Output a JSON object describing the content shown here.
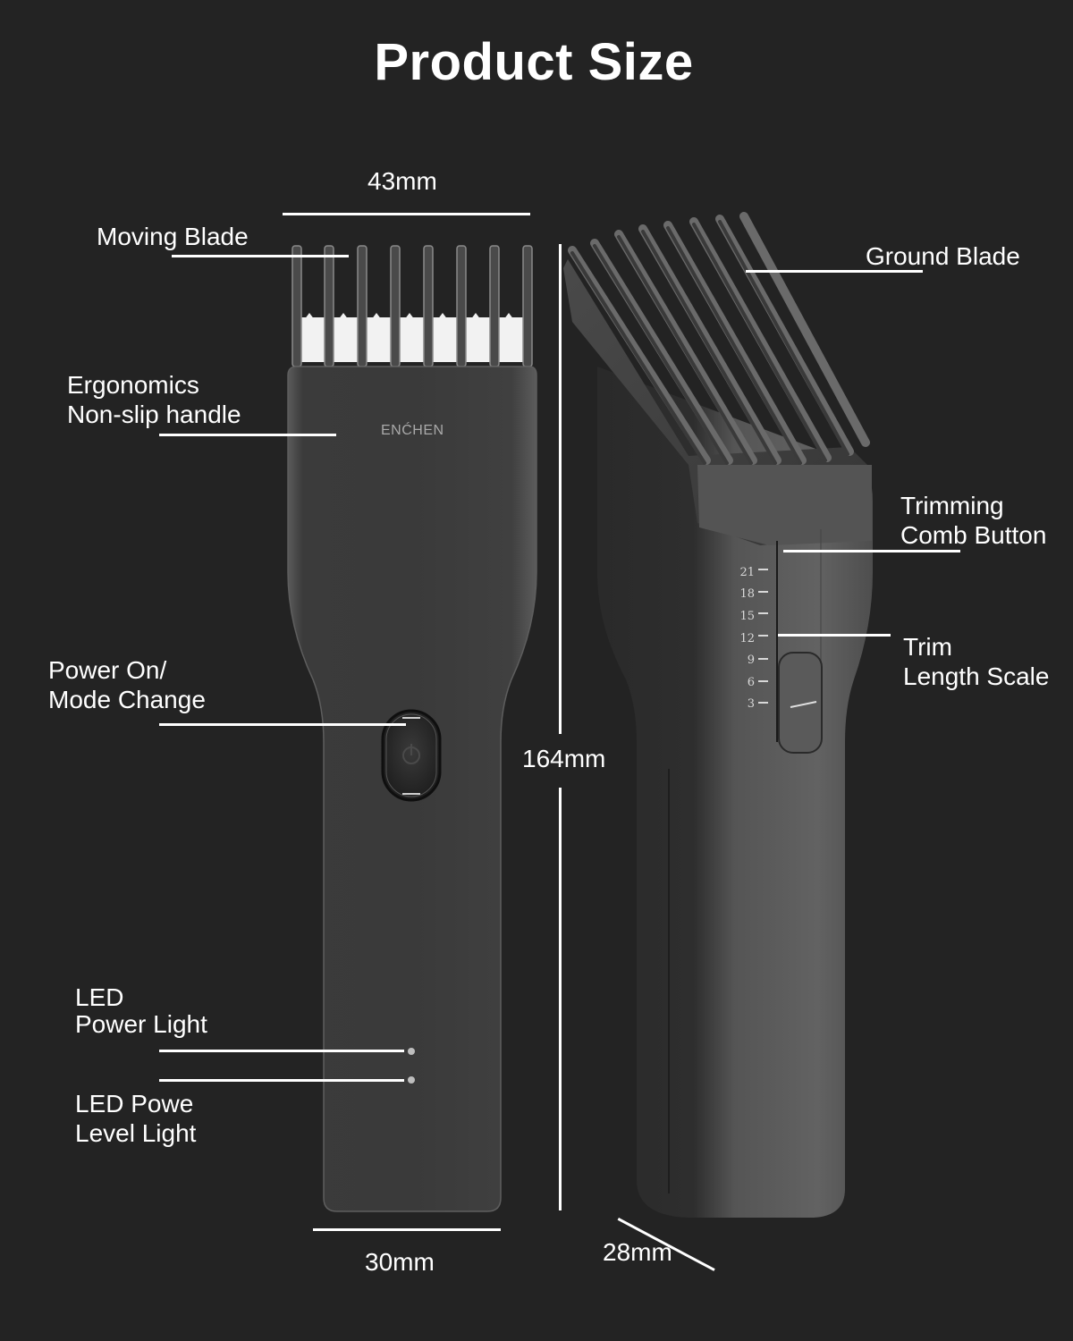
{
  "header": {
    "title": "Product Size"
  },
  "brand": {
    "logo_text": "ENĆHEN"
  },
  "dimensions": {
    "width_top": "43mm",
    "width_bottom": "30mm",
    "height": "164mm",
    "depth": "28mm"
  },
  "callouts": {
    "moving_blade": "Moving Blade",
    "ergonomics_line1": "Ergonomics",
    "ergonomics_line2": "Non-slip handle",
    "power_line1": "Power On/",
    "power_line2": "Mode Change",
    "led_power_line1": "LED",
    "led_power_line2": "Power Light",
    "led_level_line1": "LED Powe",
    "led_level_line2": "Level Light",
    "ground_blade": "Ground Blade",
    "trimming_line1": "Trimming",
    "trimming_line2": "Comb Button",
    "trim_scale_line1": "Trim",
    "trim_scale_line2": "Length Scale"
  },
  "trim_scale": {
    "values": [
      "21",
      "18",
      "15",
      "12",
      "9",
      "6",
      "3"
    ]
  },
  "colors": {
    "background": "#232323",
    "body": "#3c3c3c",
    "text": "#ffffff",
    "blade": "#f2f2f2"
  }
}
